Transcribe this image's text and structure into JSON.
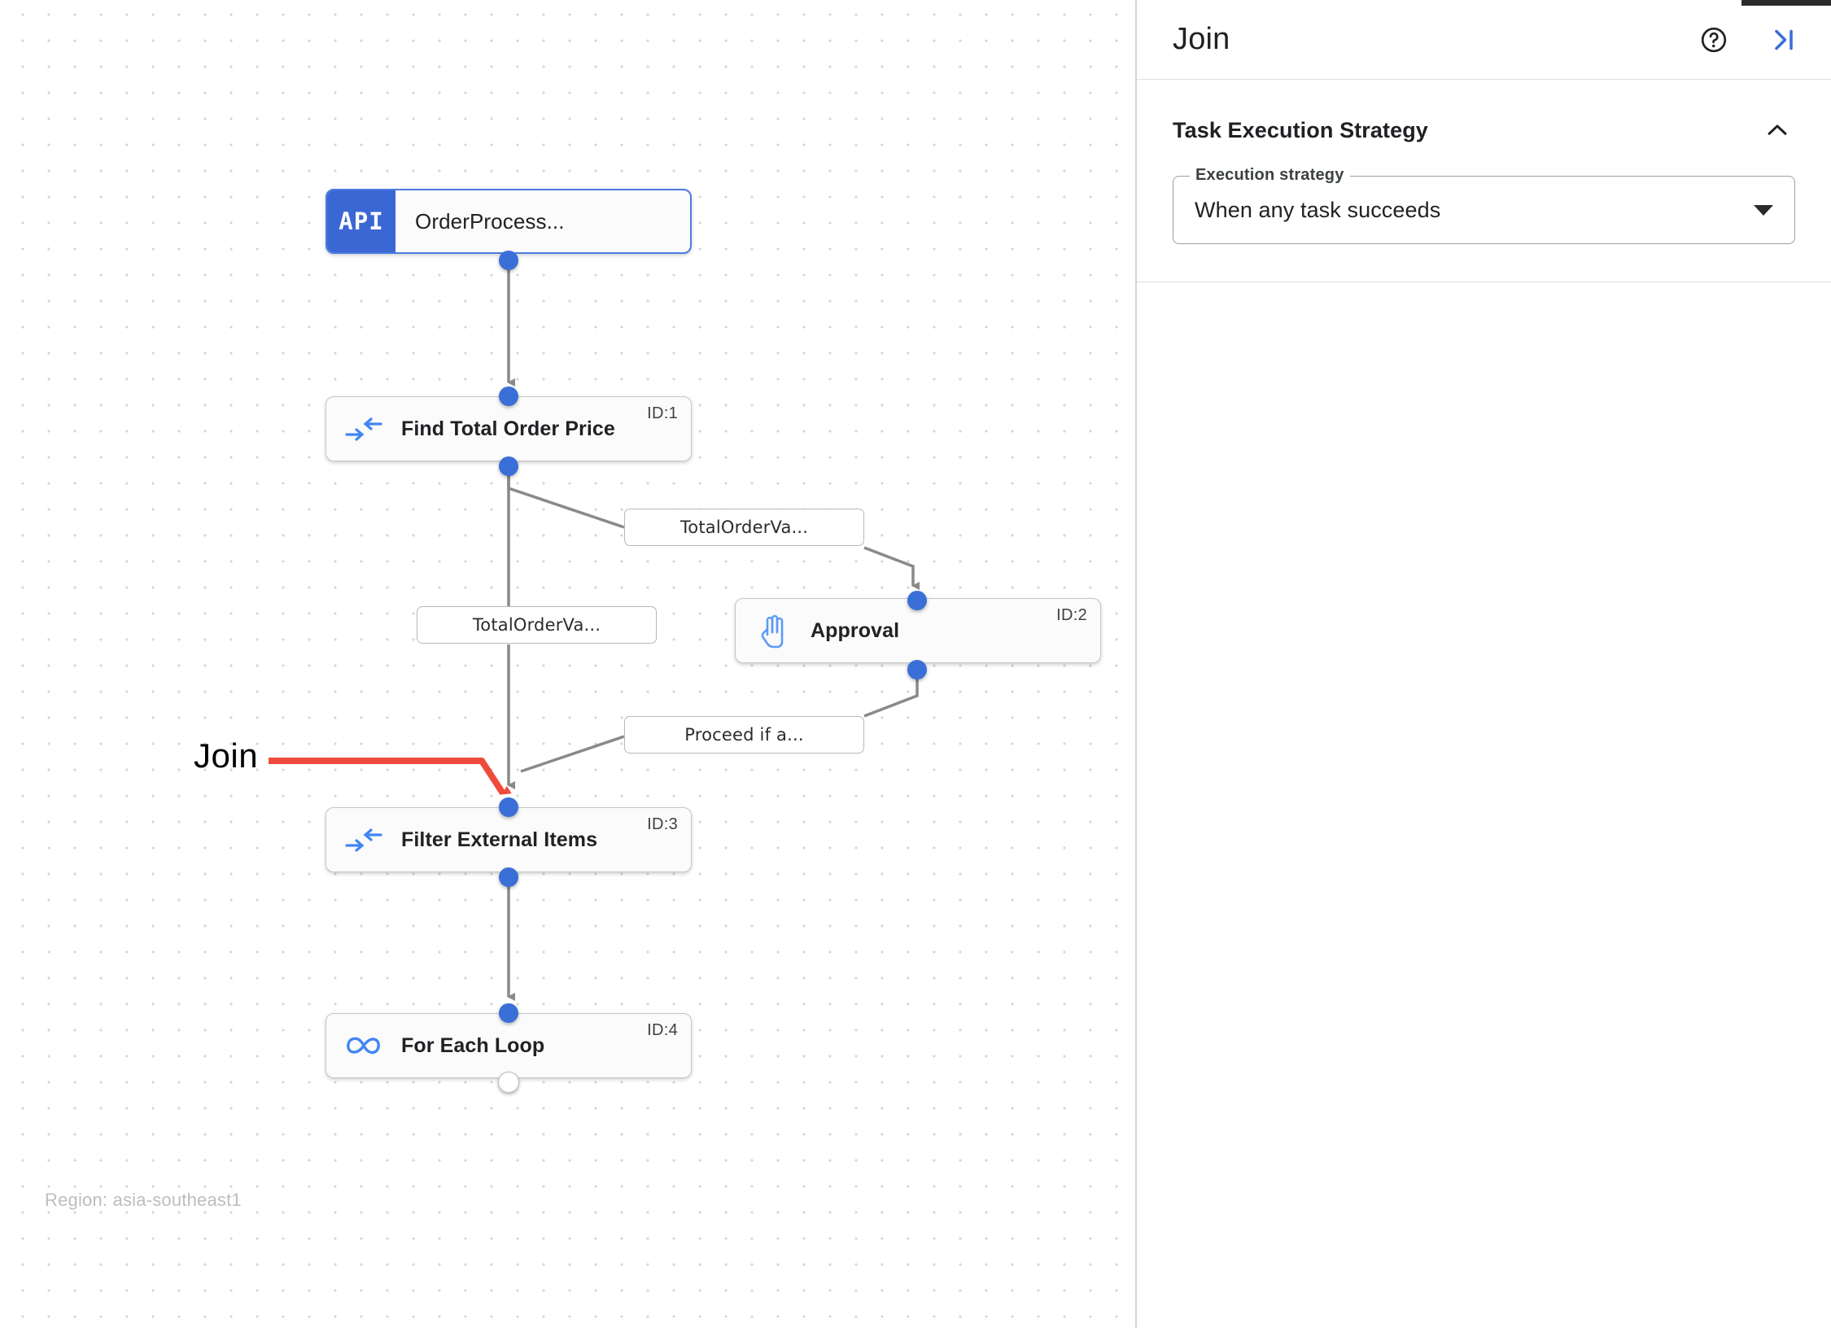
{
  "canvas": {
    "region_label": "Region: asia-southeast1",
    "annotation": {
      "label": "Join",
      "color": "#ef4b3c"
    },
    "nodes": [
      {
        "id": "api",
        "badge": "API",
        "title": "OrderProcess...",
        "id_label": "",
        "icon": "api-icon"
      },
      {
        "id": "1",
        "title": "Find Total Order Price",
        "id_label": "ID:1",
        "icon": "merge-arrows-icon"
      },
      {
        "id": "2",
        "title": "Approval",
        "id_label": "ID:2",
        "icon": "hand-icon"
      },
      {
        "id": "3",
        "title": "Filter External Items",
        "id_label": "ID:3",
        "icon": "merge-arrows-icon"
      },
      {
        "id": "4",
        "title": "For Each Loop",
        "id_label": "ID:4",
        "icon": "infinity-icon"
      }
    ],
    "edge_labels": [
      {
        "id": "e1",
        "text": "TotalOrderVa..."
      },
      {
        "id": "e2",
        "text": "TotalOrderVa..."
      },
      {
        "id": "e3",
        "text": "Proceed if a..."
      }
    ]
  },
  "panel": {
    "title": "Join",
    "help_icon": "help-circle-icon",
    "collapse_icon": "collapse-panel-icon",
    "accent_color": "#3a6fd8",
    "section": {
      "title": "Task Execution Strategy",
      "collapse_icon": "chevron-up-icon",
      "field": {
        "label": "Execution strategy",
        "value": "When any task succeeds",
        "caret_icon": "chevron-down-icon"
      }
    }
  }
}
